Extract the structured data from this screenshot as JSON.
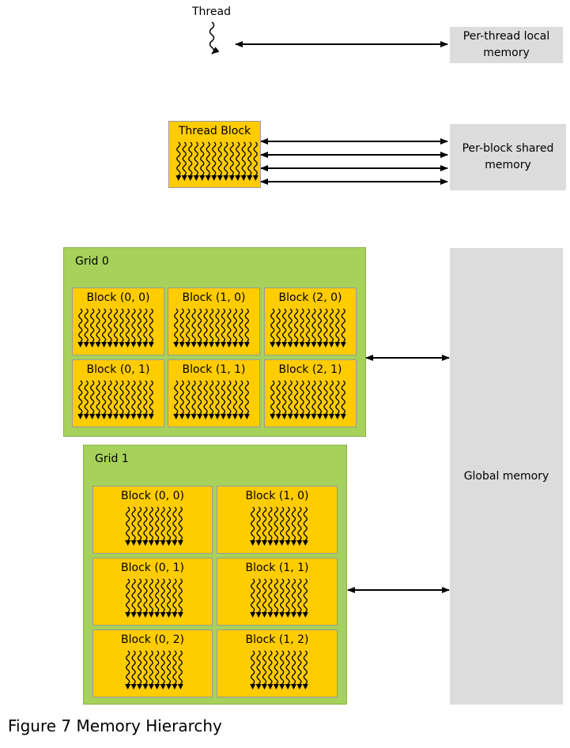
{
  "thread": {
    "label": "Thread"
  },
  "memory": {
    "local_line1": "Per-thread local",
    "local_line2": "memory",
    "shared_line1": "Per-block shared",
    "shared_line2": "memory",
    "global": "Global memory"
  },
  "thread_block": {
    "label": "Thread Block"
  },
  "grid0": {
    "label": "Grid 0",
    "blocks": [
      "Block (0, 0)",
      "Block (1, 0)",
      "Block (2, 0)",
      "Block (0, 1)",
      "Block (1, 1)",
      "Block (2, 1)"
    ]
  },
  "grid1": {
    "label": "Grid 1",
    "blocks": [
      "Block (0, 0)",
      "Block (1, 0)",
      "Block (0, 1)",
      "Block (1, 1)",
      "Block (0, 2)",
      "Block (1, 2)"
    ]
  },
  "caption": "Figure 7   Memory Hierarchy",
  "colors": {
    "grid": "#a6d15a",
    "block": "#ffcc00",
    "memory": "#dcdcdc"
  }
}
